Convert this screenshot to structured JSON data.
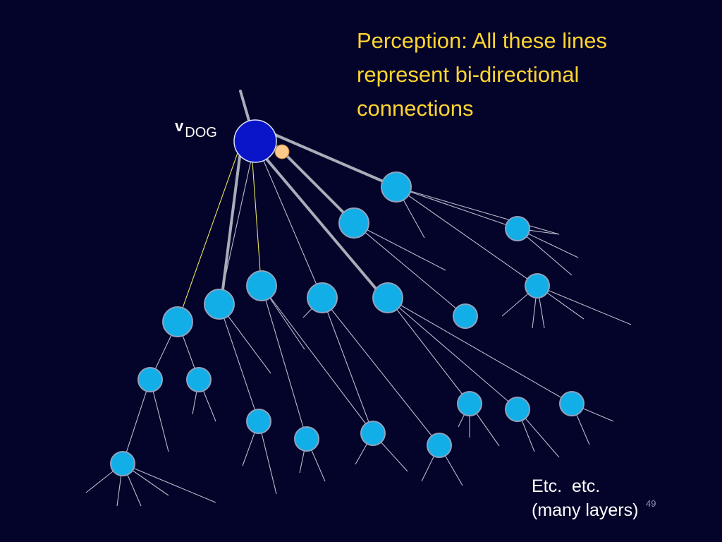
{
  "title_lines": [
    "Perception: All these lines",
    "represent bi-directional",
    "connections"
  ],
  "node_label": {
    "symbol": "v",
    "subscript": "DOG"
  },
  "footnote_lines": [
    "Etc.  etc.",
    "(many layers)"
  ],
  "page_number": "49",
  "colors": {
    "background": "#04032a",
    "title": "#ffd530",
    "main_node": "#0a14c8",
    "node": "#12aee8",
    "node_border": "#8fa2bd",
    "small_node": "#ffc98c",
    "thin_link": "#b8bccb",
    "thick_link": "#a9adb8",
    "highlight_link": "#e8e560"
  }
}
